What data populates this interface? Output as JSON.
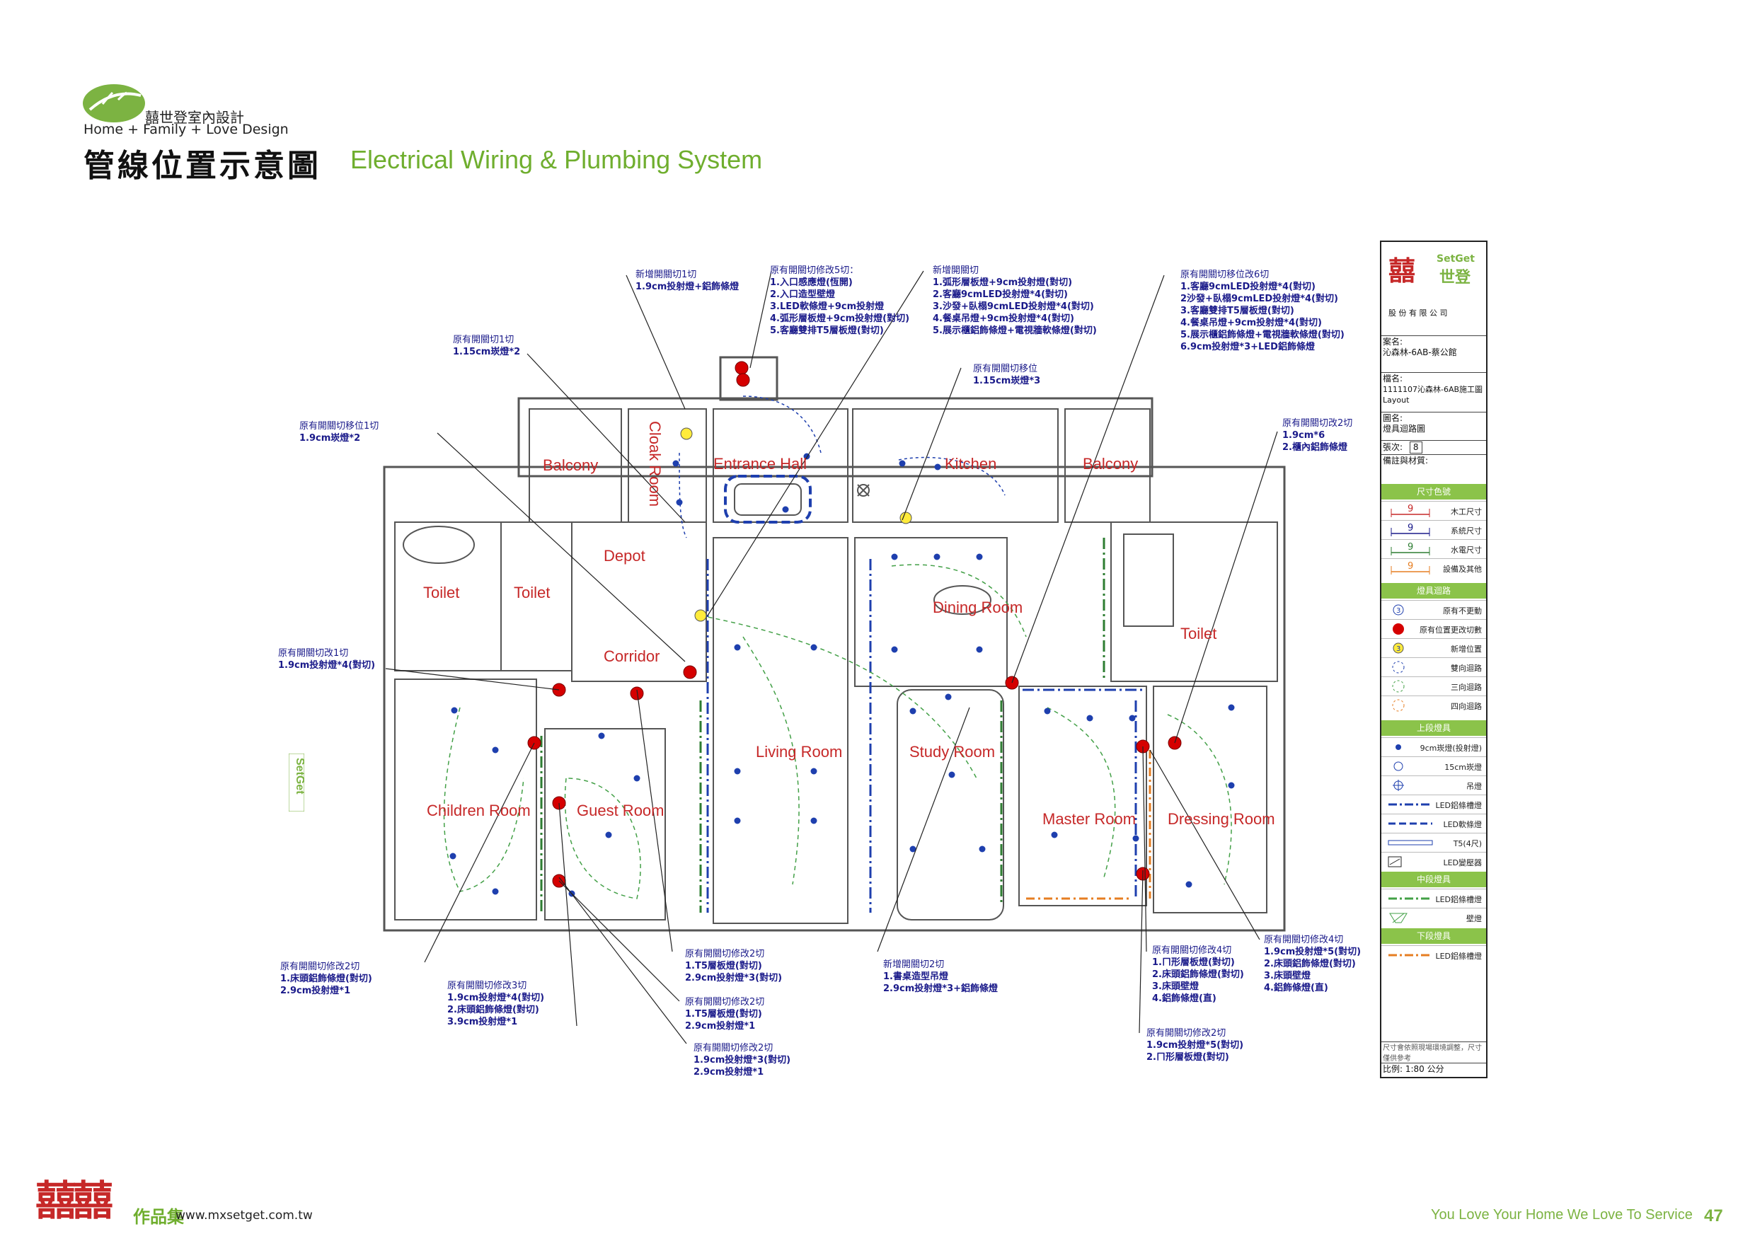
{
  "header": {
    "brand_cn": "囍世登室內設計",
    "brand_en": "Home + Family + Love Design",
    "title_cn": "管線位置示意圖",
    "title_en": "Electrical Wiring & Plumbing System"
  },
  "rooms": {
    "balcony_left": "Balcony",
    "cloak_room": "Cloak Room",
    "entrance_hall": "Entrance Hall",
    "kitchen": "Kitchen",
    "balcony_right": "Balcony",
    "depot": "Depot",
    "toilet_a": "Toilet",
    "toilet_b": "Toilet",
    "corridor": "Corridor",
    "dining_room": "Dining Room",
    "toilet_right": "Toilet",
    "living_room": "Living Room",
    "study_room": "Study Room",
    "children_room": "Children Room",
    "guest_room": "Guest Room",
    "master_room": "Master Room",
    "dressing_room": "Dressing Room"
  },
  "callouts": {
    "c1": {
      "lines": [
        "新增開關切1切"
      ],
      "bold": [
        "1.9cm投射燈+鋁飾條燈"
      ]
    },
    "c2": {
      "lines": [
        "原有開關切修改5切："
      ],
      "bold": [
        "1.入口感應燈(恆開)",
        "2.入口造型壁燈",
        "3.LED軟條燈+9cm投射燈",
        "4.弧形層板燈+9cm投射燈(對切)",
        "5.客廳雙排T5層板燈(對切)"
      ]
    },
    "c3": {
      "lines": [
        "新增開關切"
      ],
      "bold": [
        "1.弧形層板燈+9cm投射燈(對切)",
        "2.客廳9cmLED投射燈*4(對切)",
        "3.沙發+臥榻9cmLED投射燈*4(對切)",
        "4.餐桌吊燈+9cm投射燈*4(對切)",
        "5.展示櫃鋁飾條燈+電視牆軟條燈(對切)"
      ]
    },
    "c4": {
      "lines": [
        "原有開關切移位改6切"
      ],
      "bold": [
        "1.客廳9cmLED投射燈*4(對切)",
        "2沙發+臥榻9cmLED投射燈*4(對切)",
        "3.客廳雙排T5層板燈(對切)",
        "4.餐桌吊燈+9cm投射燈*4(對切)",
        "5.展示櫃鋁飾條燈+電視牆軟條燈(對切)",
        "6.9cm投射燈*3+LED鋁飾條燈"
      ]
    },
    "c5": {
      "lines": [
        "原有開關切1切"
      ],
      "bold": [
        "1.15cm崁燈*2"
      ]
    },
    "c6": {
      "lines": [
        "原有開關切移位"
      ],
      "bold": [
        "1.15cm崁燈*3"
      ]
    },
    "c7": {
      "lines": [
        "原有開關切移位1切"
      ],
      "bold": [
        "1.9cm崁燈*2"
      ]
    },
    "c8": {
      "lines": [
        "原有開關切改2切"
      ],
      "bold": [
        "1.9cm*6",
        "2.櫃內鋁飾條燈"
      ]
    },
    "c9": {
      "lines": [
        "原有開關切改1切"
      ],
      "bold": [
        "1.9cm投射燈*4(對切)"
      ]
    },
    "c10": {
      "lines": [
        "原有開關切修改2切"
      ],
      "bold": [
        "1.床頭鋁飾條燈(對切)",
        "2.9cm投射燈*1"
      ]
    },
    "c11": {
      "lines": [
        "原有開關切修改3切"
      ],
      "bold": [
        "1.9cm投射燈*4(對切)",
        "2.床頭鋁飾條燈(對切)",
        "3.9cm投射燈*1"
      ]
    },
    "c12": {
      "lines": [
        "原有開關切修改2切"
      ],
      "bold": [
        "1.T5層板燈(對切)",
        "2.9cm投射燈*3(對切)"
      ]
    },
    "c13": {
      "lines": [
        "原有開關切修改2切"
      ],
      "bold": [
        "1.T5層板燈(對切)",
        "2.9cm投射燈*1"
      ]
    },
    "c14": {
      "lines": [
        "原有開關切修改2切"
      ],
      "bold": [
        "1.9cm投射燈*3(對切)",
        "2.9cm投射燈*1"
      ]
    },
    "c15": {
      "lines": [
        "新增開關切2切"
      ],
      "bold": [
        "1.書桌造型吊燈",
        "2.9cm投射燈*3+鋁飾條燈"
      ]
    },
    "c16": {
      "lines": [
        "原有開關切修改4切"
      ],
      "bold": [
        "1.ㄇ形層板燈(對切)",
        "2.床頭鋁飾條燈(對切)",
        "3.床頭壁燈",
        "4.鋁飾條燈(直)"
      ]
    },
    "c17": {
      "lines": [
        "原有開關切修改4切"
      ],
      "bold": [
        "1.9cm投射燈*5(對切)",
        "2.床頭鋁飾條燈(對切)",
        "3.床頭壁燈",
        "4.鋁飾條燈(直)"
      ]
    },
    "c18": {
      "lines": [
        "原有開關切修改2切"
      ],
      "bold": [
        "1.9cm投射燈*5(對切)",
        "2.ㄇ形層板燈(對切)"
      ]
    }
  },
  "title_block": {
    "logo_text": "SetGet",
    "logo_cn": "世登",
    "company": "股 份 有 限 公 司",
    "case_label": "案名:",
    "case_value": "沁森林-6AB-蔡公館",
    "file_label": "檔名:",
    "file_value": "1111107沁森林-6AB施工圖Layout",
    "drawing_label": "圖名:",
    "drawing_value": "燈具迴路圖",
    "sheet_label": "張次:",
    "sheet_value": "8",
    "remark_label": "備註與材質:",
    "dim_header": "尺寸色號",
    "dims": [
      {
        "num": "9",
        "label": "木工尺寸",
        "color": "#c62828"
      },
      {
        "num": "9",
        "label": "系統尺寸",
        "color": "#1a1a8a"
      },
      {
        "num": "9",
        "label": "水電尺寸",
        "color": "#2e7d32"
      },
      {
        "num": "9",
        "label": "設備及其他",
        "color": "#e67e22"
      }
    ],
    "circuit_header": "燈具迴路",
    "circuits": [
      {
        "sym": "3",
        "label": "原有不更動",
        "icon": "blue-circle-icon"
      },
      {
        "sym": "",
        "label": "原有位置更改切數",
        "icon": "red-dot-icon"
      },
      {
        "sym": "3",
        "label": "新增位置",
        "icon": "yellow-circle-icon"
      },
      {
        "sym": "",
        "label": "雙向迴路",
        "icon": "blue-dashed-arc-icon"
      },
      {
        "sym": "",
        "label": "三向迴路",
        "icon": "green-dashed-arc-icon"
      },
      {
        "sym": "",
        "label": "四向迴路",
        "icon": "orange-dashed-arc-icon"
      }
    ],
    "upper_header": "上段燈具",
    "upper": [
      {
        "label": "9cm崁燈(投射燈)",
        "icon": "blue-dot-icon"
      },
      {
        "label": "15cm崁燈",
        "icon": "hollow-circle-icon"
      },
      {
        "label": "吊燈",
        "icon": "pendant-icon"
      },
      {
        "label": "LED鋁條槽燈",
        "icon": "blue-dashdot-line-icon"
      },
      {
        "label": "LED軟條燈",
        "icon": "blue-dash-line-icon"
      },
      {
        "label": "T5(4尺)",
        "icon": "t5-bar-icon"
      },
      {
        "label": "LED變壓器",
        "icon": "transformer-icon"
      }
    ],
    "middle_header": "中段燈具",
    "middle": [
      {
        "label": "LED鋁條槽燈",
        "icon": "green-dashdot-line-icon"
      },
      {
        "label": "壁燈",
        "icon": "wall-lamp-icon"
      }
    ],
    "lower_header": "下段燈具",
    "lower": [
      {
        "label": "LED鋁條槽燈",
        "icon": "orange-dashdot-line-icon"
      }
    ],
    "note": "尺寸會依照現場環境調整，尺寸僅供參考",
    "scale": "比例: 1:80 公分"
  },
  "side_badge": "SetGet",
  "footer": {
    "logo": "囍囍",
    "works": "作品集",
    "url": "www.mxsetget.com.tw",
    "slogan": "You Love Your Home We Love To Service",
    "page": "47"
  },
  "colors": {
    "brand_green": "#6fae2e",
    "room_label": "#c62828",
    "callout_text": "#1a1a8a"
  }
}
